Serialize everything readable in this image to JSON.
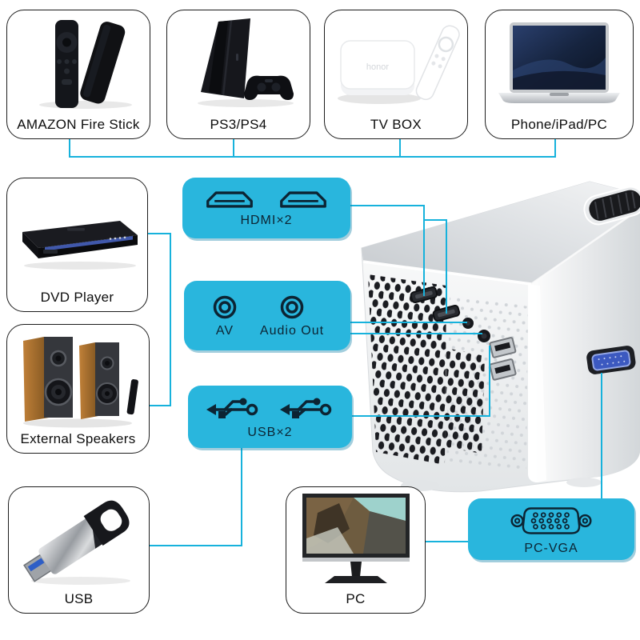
{
  "colors": {
    "cyan": "#29b6dd",
    "line": "#17b2dc",
    "label_text": "#0c2433",
    "box_border": "#1c1c1c"
  },
  "devices": {
    "fire_stick": {
      "label": "AMAZON Fire Stick",
      "icon": "fire-stick-image"
    },
    "game_console": {
      "label": "PS3/PS4",
      "icon": "game-console-image"
    },
    "tv_box": {
      "label": "TV BOX",
      "brand": "honor",
      "icon": "tv-box-image"
    },
    "phone_ipad_pc": {
      "label": "Phone/iPad/PC",
      "icon": "laptop-image"
    },
    "dvd_player": {
      "label": "DVD Player",
      "icon": "dvd-player-image"
    },
    "external_speakers": {
      "label": "External Speakers",
      "icon": "speakers-image"
    },
    "usb_flash": {
      "label": "USB",
      "icon": "usb-drive-image"
    },
    "pc": {
      "label": "PC",
      "icon": "monitor-image"
    }
  },
  "projector_ports": {
    "hdmi": {
      "label": "HDMI×2",
      "icon": "hdmi-port-icon"
    },
    "av": {
      "label": "AV",
      "icon": "av-jack-icon"
    },
    "audio_out": {
      "label": "Audio Out",
      "icon": "audio-jack-icon"
    },
    "usb": {
      "label": "USB×2",
      "icon": "usb-symbol-icon"
    },
    "pc_vga": {
      "label": "PC-VGA",
      "icon": "vga-connector-icon"
    }
  }
}
